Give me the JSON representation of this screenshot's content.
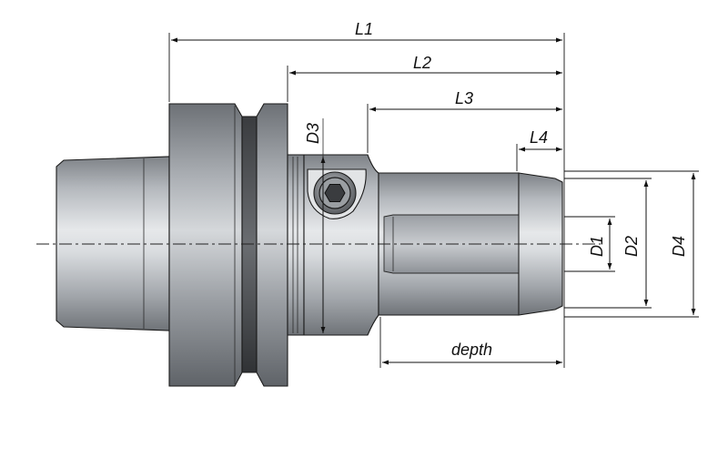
{
  "diagram": {
    "labels": {
      "L1": "L1",
      "L2": "L2",
      "L3": "L3",
      "L4": "L4",
      "D1": "D1",
      "D2": "D2",
      "D3": "D3",
      "D4": "D4",
      "depth": "depth"
    }
  }
}
